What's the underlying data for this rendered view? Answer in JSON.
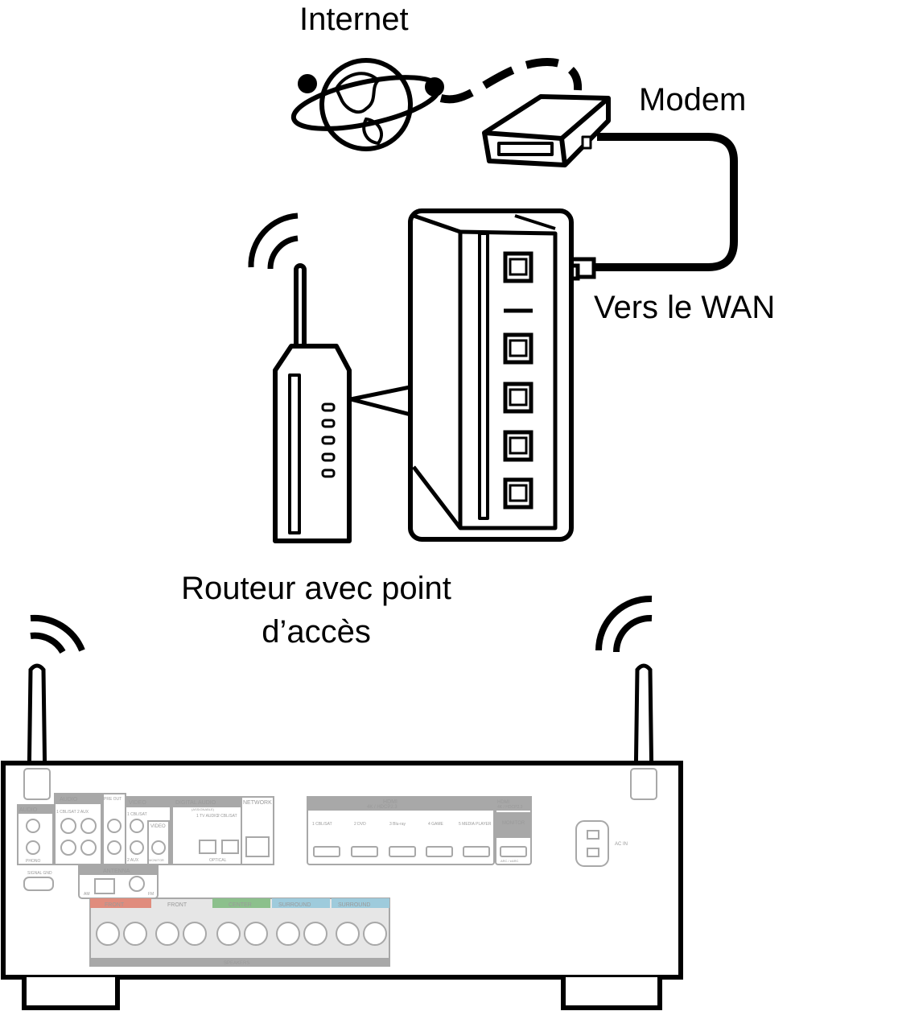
{
  "labels": {
    "internet": "Internet",
    "modem": "Modem",
    "wan": "Vers le WAN",
    "router_line1": "Routeur avec point",
    "router_line2": "d’accès"
  },
  "panel": {
    "audio_in": "AUDIO",
    "audio": "AUDIO",
    "audio_sub": "1 CBL/SAT   2 AUX",
    "pre_out": "PRE OUT",
    "video": "VIDEO",
    "video_sub1": "1 CBL/SAT",
    "video_sub2": "2 AUX",
    "video_out": "VIDEO",
    "monitor_small": "MONITOR",
    "digital_audio": "DIGITAL AUDIO",
    "digital_sub": "(ASSIGNABLE)",
    "optical_1": "1  TV AUDIO",
    "optical_2": "2 CBL/SAT",
    "optical": "OPTICAL",
    "network": "NETWORK",
    "phono": "PHONO",
    "signal_gnd": "SIGNAL GND",
    "antenna": "ANTENNA",
    "am": "AM",
    "fm": "FM",
    "hdmi_in": "HDMI",
    "hdmi_spec": "4K / HDCP2.3",
    "hdmi_inputs": [
      "1  CBL/SAT",
      "2  DVD",
      "3  Blu-ray",
      "4  GAME",
      "5  MEDIA PLAYER"
    ],
    "hdmi_out": "HDMI",
    "hdmi_out_spec": "4K / HDCP2.3",
    "monitor": "MONITOR",
    "arc": "ARC / eARC",
    "ac_in": "AC IN",
    "speakers": "SPEAKERS",
    "speaker_groups": [
      "FRONT",
      "FRONT",
      "CENTER",
      "SURROUND",
      "SURROUND"
    ]
  },
  "colors": {
    "line": "#000000",
    "panel_gray": "#a8a8a8",
    "front_red": "#e08c7d",
    "center_green": "#8cc08c",
    "surround_blue": "#9ecbdc"
  }
}
